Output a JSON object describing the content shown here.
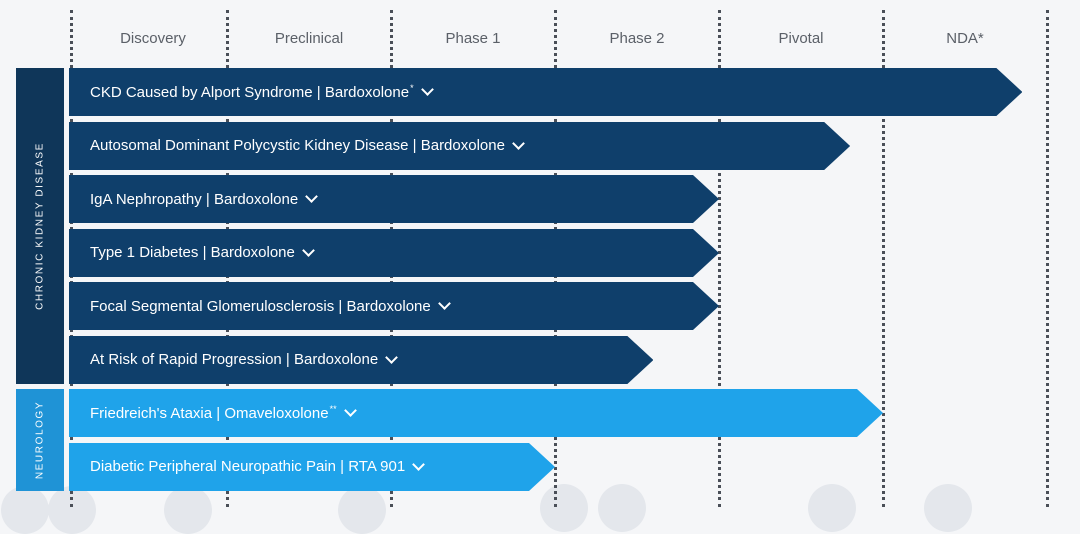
{
  "phases": [
    "Discovery",
    "Preclinical",
    "Phase 1",
    "Phase 2",
    "Pivotal",
    "NDA*"
  ],
  "groups": [
    {
      "label": "CHRONIC KIDNEY DISEASE",
      "color": "#0f3659"
    },
    {
      "label": "NEUROLOGY",
      "color": "#1f93d6"
    }
  ],
  "programs": [
    {
      "indication": "CKD Caused by Alport Syndrome",
      "compound": "Bardoxolone",
      "footnote": "*",
      "group": 0,
      "progress": 5.85
    },
    {
      "indication": "Autosomal Dominant Polycystic Kidney Disease",
      "compound": "Bardoxolone",
      "footnote": "",
      "group": 0,
      "progress": 4.8
    },
    {
      "indication": "IgA Nephropathy",
      "compound": "Bardoxolone",
      "footnote": "",
      "group": 0,
      "progress": 4.0
    },
    {
      "indication": "Type 1 Diabetes",
      "compound": "Bardoxolone",
      "footnote": "",
      "group": 0,
      "progress": 4.0
    },
    {
      "indication": "Focal Segmental Glomerulosclerosis",
      "compound": "Bardoxolone",
      "footnote": "",
      "group": 0,
      "progress": 4.0
    },
    {
      "indication": "At Risk of Rapid Progression",
      "compound": "Bardoxolone",
      "footnote": "",
      "group": 0,
      "progress": 3.6
    },
    {
      "indication": "Friedreich's Ataxia",
      "compound": "Omaveloxolone",
      "footnote": "**",
      "group": 1,
      "progress": 5.0
    },
    {
      "indication": "Diabetic Peripheral Neuropathic Pain",
      "compound": "RTA 901",
      "footnote": "",
      "group": 1,
      "progress": 3.0
    }
  ],
  "colors": {
    "ckd_bar": "#0f3f6b",
    "ckd_side": "#0f3659",
    "neuro_bar": "#1fa3ea",
    "neuro_side": "#1f93d6"
  }
}
